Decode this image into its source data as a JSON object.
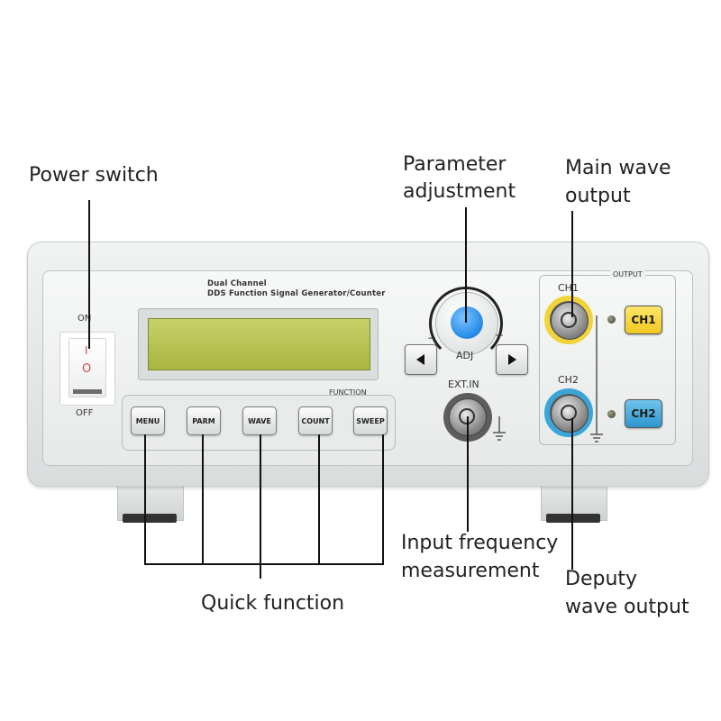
{
  "callouts": {
    "power_switch": "Power switch",
    "parameter_line1": "Parameter",
    "parameter_line2": "adjustment",
    "main_wave_line1": "Main wave",
    "main_wave_line2": "output",
    "input_freq_line1": "Input frequency",
    "input_freq_line2": "measurement",
    "deputy_line1": "Deputy",
    "deputy_line2": "wave output",
    "quick_function": "Quick function"
  },
  "device": {
    "brand_line1": "Dual Channel",
    "brand_line2": "DDS Function Signal Generator/Counter",
    "power_on_label": "ON",
    "power_off_label": "OFF",
    "power_symbol_on": "I",
    "power_symbol_off": "O",
    "function_group_label": "FUNCTION",
    "function_buttons": [
      "MENU",
      "PARM",
      "WAVE",
      "COUNT",
      "SWEEP"
    ],
    "adj_label": "ADJ",
    "minus_label": "−",
    "plus_label": "+",
    "ext_in_label": "EXT.IN",
    "output_label": "OUTPUT",
    "ch1_label": "CH1",
    "ch2_label": "CH2",
    "ch1_button": "CH1",
    "ch2_button": "CH2"
  },
  "colors": {
    "ch1_accent": "#f2d43a",
    "ch2_accent": "#3aa6d8",
    "knob_cap": "#2a8ee8",
    "lcd": "#b5c150"
  },
  "icons": {
    "arrow_left": "left-arrow-icon",
    "arrow_right": "right-arrow-icon",
    "ground": "ground-icon"
  }
}
